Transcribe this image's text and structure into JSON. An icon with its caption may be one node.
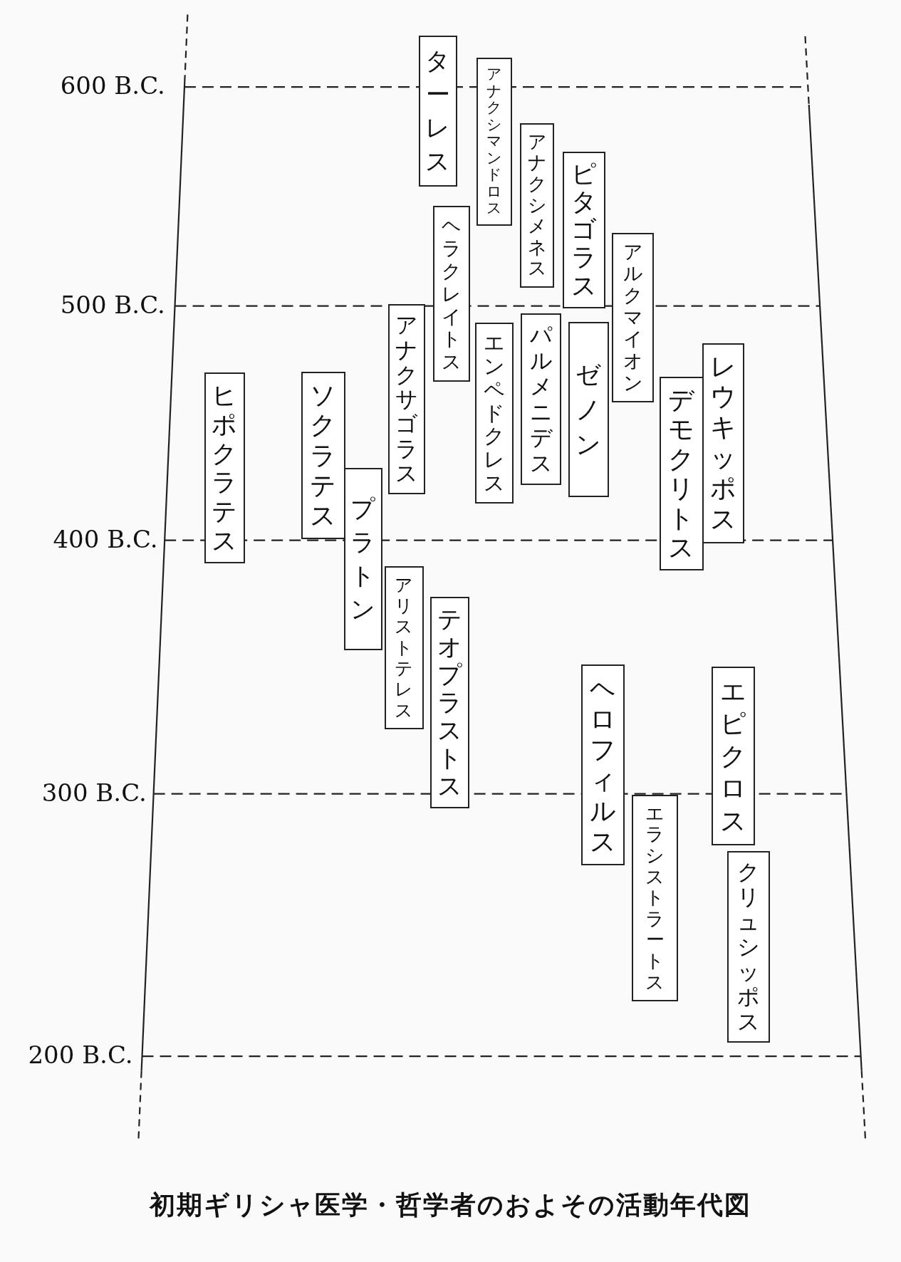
{
  "diagram": {
    "caption": "初期ギリシャ医学・哲学者のおよその活動年代図",
    "nodes": [
      {
        "text": [
          "ターレス"
        ]
      },
      {
        "text": [
          "アナクシマンドロス"
        ]
      },
      {
        "text": [
          "アナクシメネス"
        ]
      },
      {
        "text": [
          "ピタゴラス"
        ]
      },
      {
        "text": [
          "ヘラクレイトス"
        ]
      },
      {
        "text": [
          "アルクマイオン"
        ]
      },
      {
        "text": [
          "アナクサゴラス"
        ]
      },
      {
        "text": [
          "エンペドクレス"
        ]
      },
      {
        "text": [
          "パルメニデス"
        ]
      },
      {
        "text": [
          "ゼノン"
        ]
      },
      {
        "text": [
          "レウキッポス"
        ]
      },
      {
        "text": [
          "デモクリトス"
        ]
      },
      {
        "text": [
          "ヒポクラテス"
        ]
      },
      {
        "text": [
          "ソクラテス"
        ]
      },
      {
        "text": [
          "プラトン"
        ]
      },
      {
        "text": [
          "アリストテレス"
        ]
      },
      {
        "text": [
          "テオプラストス"
        ]
      },
      {
        "text": [
          "ヘロフィルス"
        ]
      },
      {
        "text": [
          "エピクロス"
        ]
      },
      {
        "text": [
          "エラシストラートス"
        ]
      },
      {
        "text": [
          "クリュシッポス"
        ]
      }
    ],
    "edges": [],
    "labels": [
      "600 B.C.",
      "500 B.C.",
      "400 B.C.",
      "300 B.C.",
      "200 B.C."
    ]
  }
}
